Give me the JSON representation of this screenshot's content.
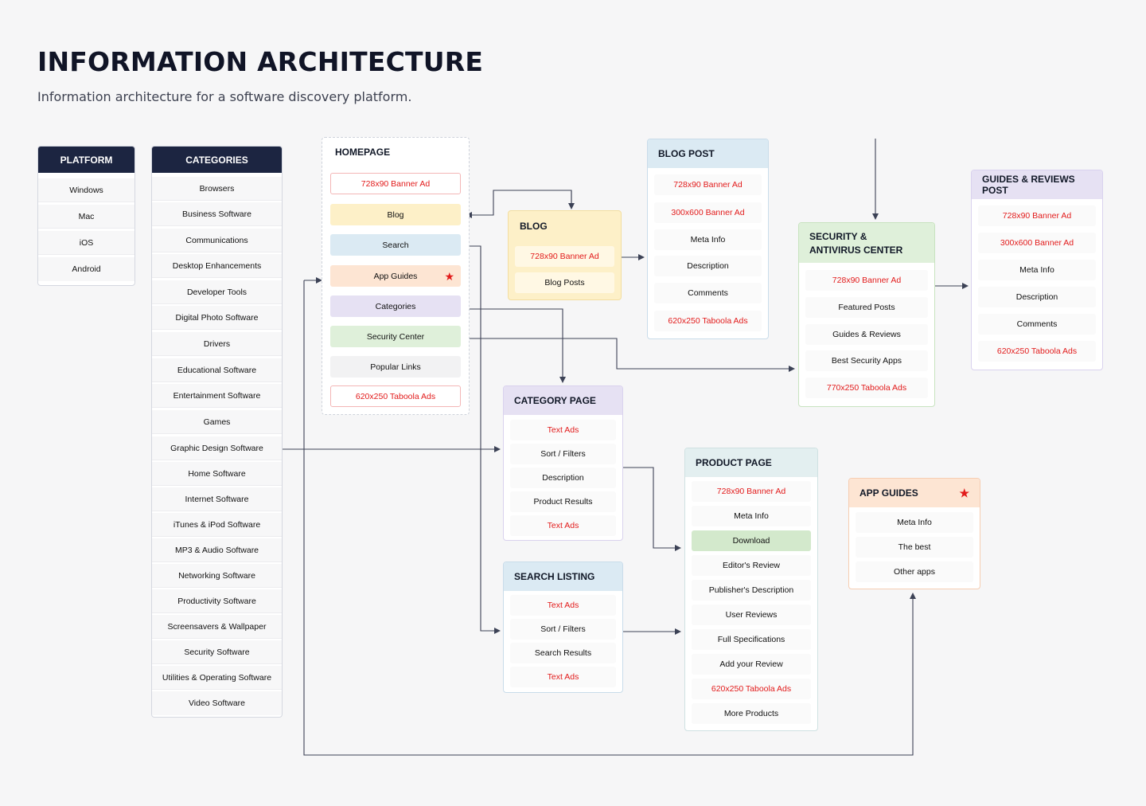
{
  "title": "INFORMATION ARCHITECTURE",
  "subtitle": "Information architecture for a software discovery platform.",
  "platform": {
    "title": "PLATFORM",
    "items": [
      "Windows",
      "Mac",
      "iOS",
      "Android"
    ]
  },
  "categories": {
    "title": "CATEGORIES",
    "items": [
      "Browsers",
      "Business Software",
      "Communications",
      "Desktop Enhancements",
      "Developer Tools",
      "Digital Photo Software",
      "Drivers",
      "Educational Software",
      "Entertainment Software",
      "Games",
      "Graphic Design Software",
      "Home Software",
      "Internet Software",
      "iTunes & iPod Software",
      "MP3 & Audio Software",
      "Networking Software",
      "Productivity Software",
      "Screensavers & Wallpaper",
      "Security Software",
      "Utilities & Operating Software",
      "Video Software"
    ]
  },
  "homepage": {
    "title": "HOMEPAGE",
    "items": [
      "728x90 Banner Ad",
      "Blog",
      "Search",
      "App Guides",
      "Categories",
      "Security Center",
      "Popular Links",
      "620x250 Taboola Ads"
    ]
  },
  "blog": {
    "title": "BLOG",
    "items": [
      "728x90 Banner Ad",
      "Blog Posts"
    ]
  },
  "blog_post": {
    "title": "BLOG POST",
    "items": [
      "728x90 Banner Ad",
      "300x600 Banner Ad",
      "Meta Info",
      "Description",
      "Comments",
      "620x250 Taboola Ads"
    ]
  },
  "security": {
    "title_line1": "SECURITY &",
    "title_line2": "ANTIVIRUS CENTER",
    "items": [
      "728x90 Banner Ad",
      "Featured Posts",
      "Guides & Reviews",
      "Best Security Apps",
      "770x250 Taboola Ads"
    ]
  },
  "guides_post": {
    "title": "GUIDES & REVIEWS POST",
    "items": [
      "728x90 Banner Ad",
      "300x600 Banner Ad",
      "Meta Info",
      "Description",
      "Comments",
      "620x250 Taboola Ads"
    ]
  },
  "category_page": {
    "title": "CATEGORY PAGE",
    "items": [
      "Text Ads",
      "Sort / Filters",
      "Description",
      "Product Results",
      "Text Ads"
    ]
  },
  "search_listing": {
    "title": "SEARCH LISTING",
    "items": [
      "Text Ads",
      "Sort / Filters",
      "Search Results",
      "Text Ads"
    ]
  },
  "product_page": {
    "title": "PRODUCT PAGE",
    "items": [
      "728x90 Banner Ad",
      "Meta Info",
      "Download",
      "Editor's Review",
      "Publisher's Description",
      "User Reviews",
      "Full Specifications",
      "Add your Review",
      "620x250 Taboola Ads",
      "More Products"
    ]
  },
  "app_guides": {
    "title": "APP GUIDES",
    "items": [
      "Meta Info",
      "The best",
      "Other apps"
    ]
  },
  "colors": {
    "dark_header": "#1c2541",
    "ad_red": "#e21b1b",
    "blog_yellow": "#fdf0c8",
    "search_blue": "#dbeaf3",
    "guides_orange": "#fde5d3",
    "categories_purple": "#e6e1f3",
    "security_green": "#dff0da",
    "connector": "#3c4256"
  },
  "icons": {
    "featured": "star-icon"
  }
}
